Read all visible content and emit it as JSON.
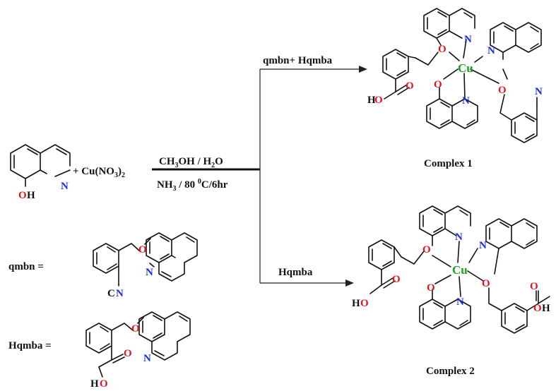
{
  "reagents": {
    "plus_cu": "+ Cu(NO",
    "cu_sub": "3",
    "cu_close": ")",
    "cu_sub2": "2",
    "cond_top": "CH",
    "cond_top_sub": "3",
    "cond_top_rest": "OH / H",
    "cond_top_sub2": "2",
    "cond_top_end": "O",
    "cond_bot": "NH",
    "cond_bot_sub": "3",
    "cond_bot_rest": " / 80 ",
    "cond_bot_sup": "0",
    "cond_bot_end": "C/6hr"
  },
  "arrows": {
    "upper_label": "qmbn+ Hqmba",
    "lower_label": "Hqmba"
  },
  "definitions": {
    "qmbn_label": "qmbn  =",
    "hqmba_label": "Hqmba ="
  },
  "complexes": {
    "complex1": "Complex 1",
    "complex2": "Complex 2"
  },
  "atoms": {
    "O": "O",
    "N": "N",
    "H": "H",
    "OH": "OH",
    "HO": "HO",
    "CN_C": "C",
    "Cu": "Cu"
  }
}
